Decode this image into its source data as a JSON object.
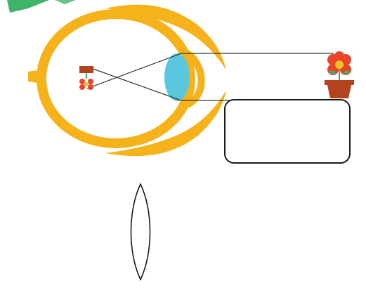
{
  "diagram": {
    "subject": "eye-image-formation",
    "colors": {
      "eye_wall": "#F6B21A",
      "lens": "#5BC7DE",
      "leaf_green": "#3FB36A",
      "flower_petal": "#E8442B",
      "flower_center": "#F3C21F",
      "pot": "#B3431F",
      "ray": "#333333",
      "outline": "#1a1a1a"
    },
    "objects": [
      {
        "name": "flower-pot-object",
        "orientation": "upright",
        "icon": "flower-pot-icon"
      },
      {
        "name": "flower-pot-image",
        "orientation": "inverted",
        "icon": "inverted-flower-icon"
      }
    ],
    "answer_box": {
      "text": ""
    },
    "separate_lens": {
      "shape": "biconvex",
      "icon": "convex-lens-icon"
    }
  }
}
